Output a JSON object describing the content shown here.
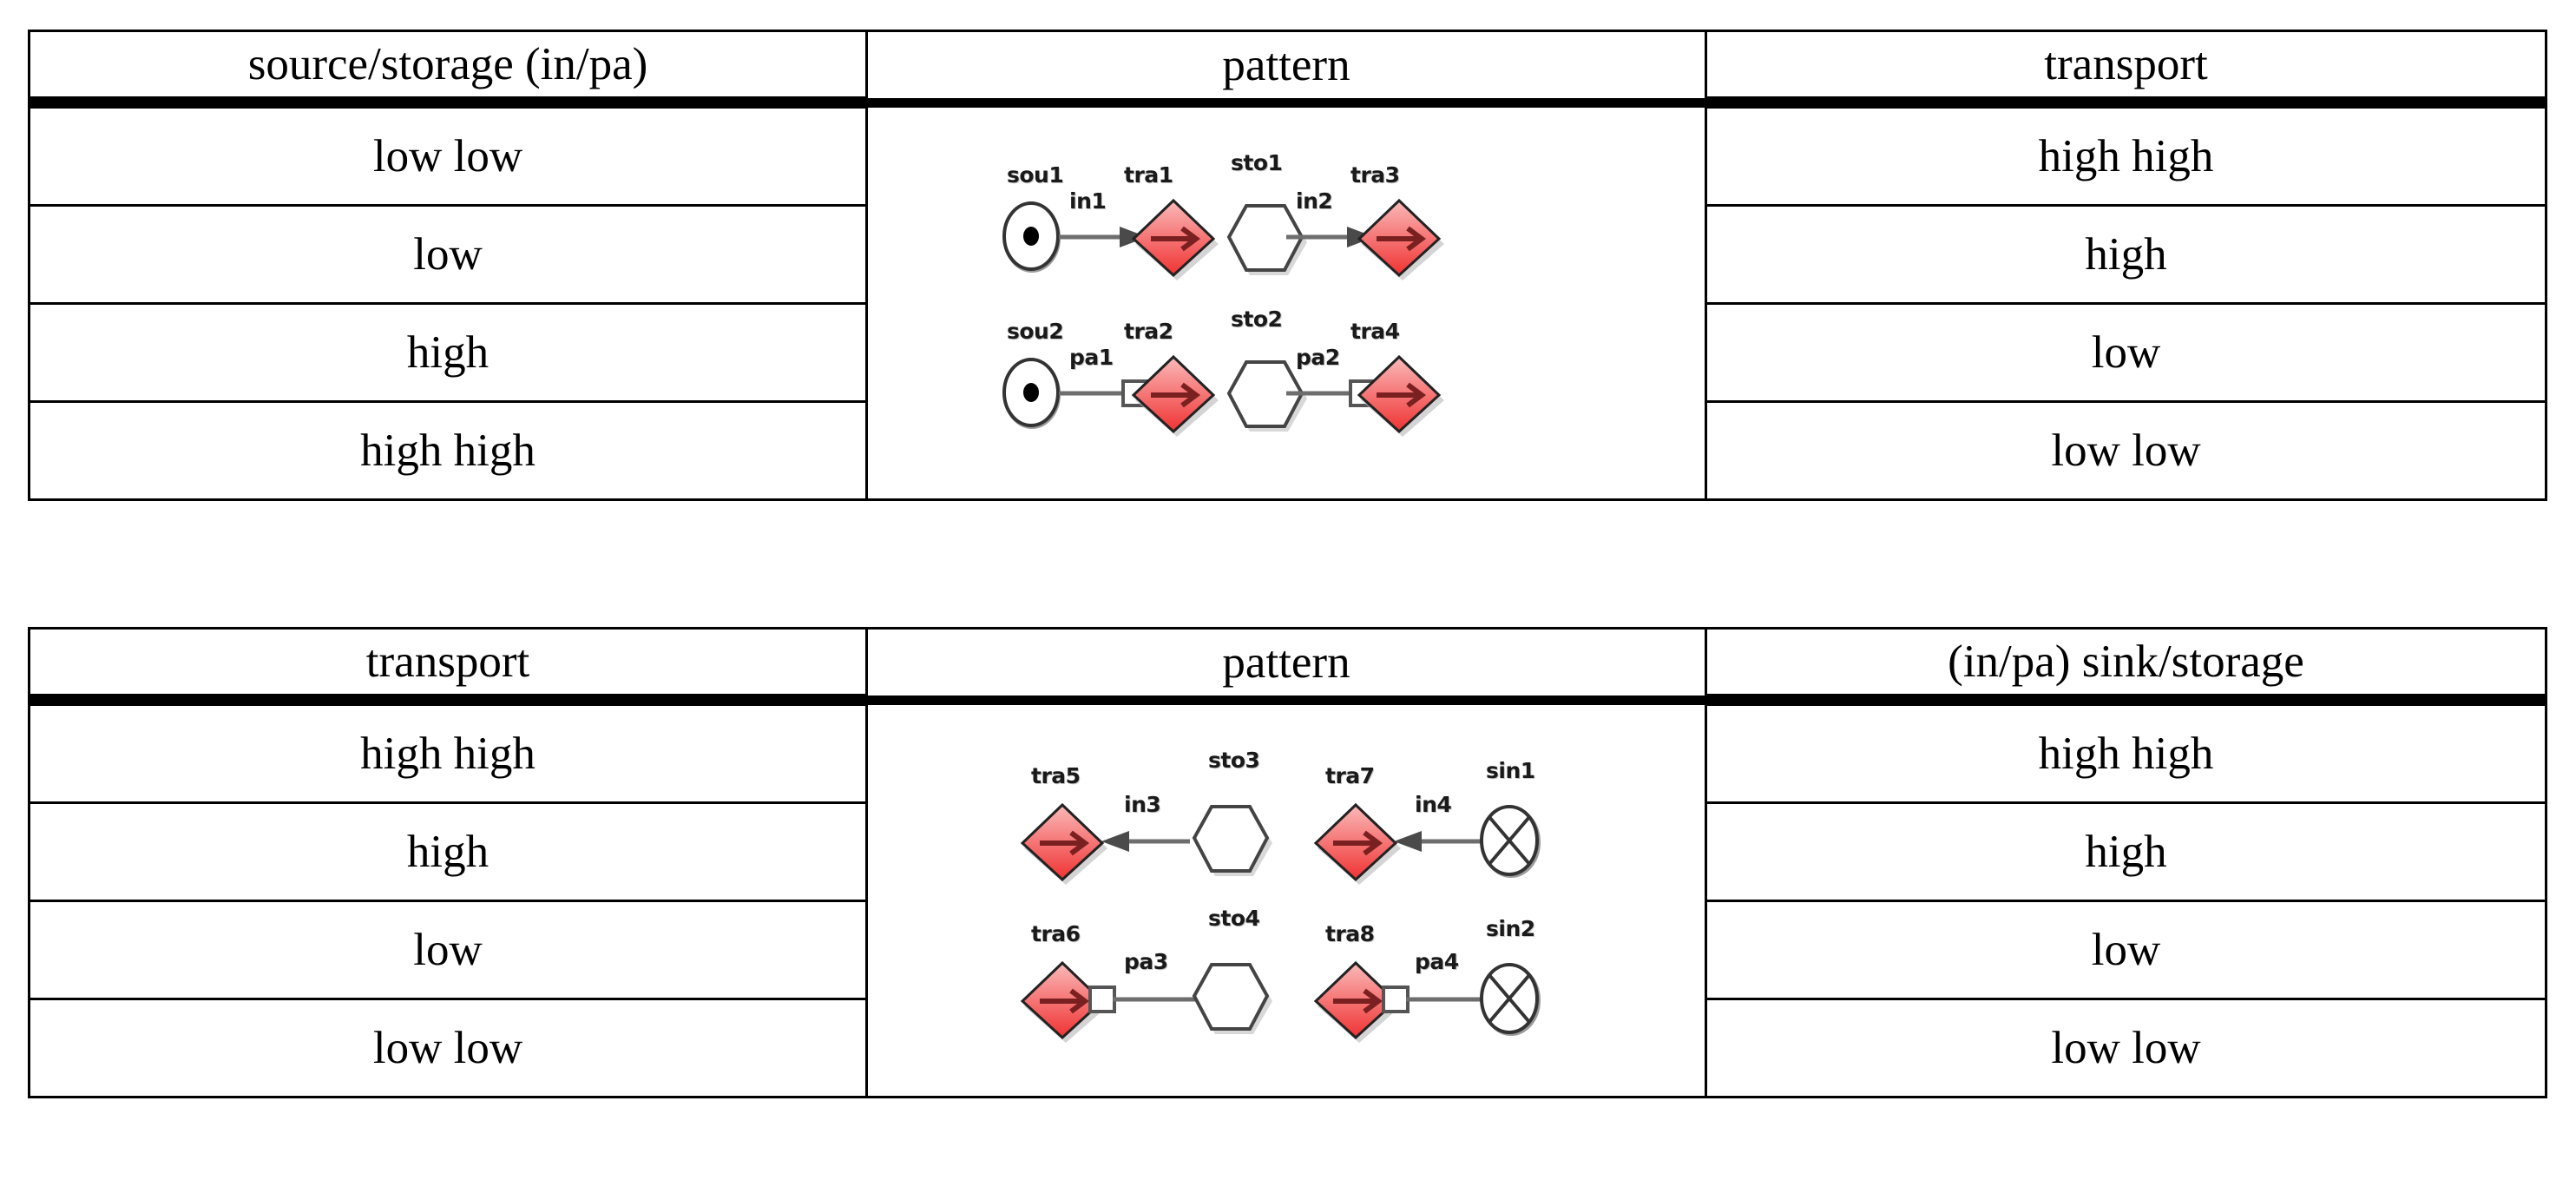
{
  "tables": [
    {
      "id": "table-one",
      "headers": [
        "source/storage (in/pa)",
        "pattern",
        "transport"
      ],
      "rows": [
        {
          "left": "low low",
          "right": "high high"
        },
        {
          "left": "low",
          "right": "high"
        },
        {
          "left": "high",
          "right": "low"
        },
        {
          "left": "high high",
          "right": "low low"
        }
      ],
      "pattern": {
        "nodes": [
          {
            "name": "sou1",
            "type": "source",
            "row": 1,
            "col": 1
          },
          {
            "name": "tra1",
            "type": "transport",
            "row": 1,
            "col": 2
          },
          {
            "name": "sto1",
            "type": "storage",
            "row": 1,
            "col": 3
          },
          {
            "name": "tra3",
            "type": "transport",
            "row": 1,
            "col": 4
          },
          {
            "name": "sou2",
            "type": "source",
            "row": 2,
            "col": 1
          },
          {
            "name": "tra2",
            "type": "transport",
            "row": 2,
            "col": 2
          },
          {
            "name": "sto2",
            "type": "storage",
            "row": 2,
            "col": 3
          },
          {
            "name": "tra4",
            "type": "transport",
            "row": 2,
            "col": 4
          }
        ],
        "edges": [
          {
            "name": "in1",
            "kind": "arrow",
            "from": "sou1",
            "to": "tra1"
          },
          {
            "name": "in2",
            "kind": "arrow",
            "from": "sto1",
            "to": "tra3"
          },
          {
            "name": "pa1",
            "kind": "port",
            "from": "sou2",
            "to": "tra2"
          },
          {
            "name": "pa2",
            "kind": "port",
            "from": "sto2",
            "to": "tra4"
          }
        ]
      }
    },
    {
      "id": "table-two",
      "headers": [
        "transport",
        "pattern",
        "(in/pa) sink/storage"
      ],
      "rows": [
        {
          "left": "high high",
          "right": "high high"
        },
        {
          "left": "high",
          "right": "high"
        },
        {
          "left": "low",
          "right": "low"
        },
        {
          "left": "low low",
          "right": "low low"
        }
      ],
      "pattern": {
        "nodes": [
          {
            "name": "tra5",
            "type": "transport",
            "row": 1,
            "col": 1
          },
          {
            "name": "sto3",
            "type": "storage",
            "row": 1,
            "col": 2
          },
          {
            "name": "tra7",
            "type": "transport",
            "row": 1,
            "col": 3
          },
          {
            "name": "sin1",
            "type": "sink",
            "row": 1,
            "col": 4
          },
          {
            "name": "tra6",
            "type": "transport",
            "row": 2,
            "col": 1
          },
          {
            "name": "sto4",
            "type": "storage",
            "row": 2,
            "col": 2
          },
          {
            "name": "tra8",
            "type": "transport",
            "row": 2,
            "col": 3
          },
          {
            "name": "sin2",
            "type": "sink",
            "row": 2,
            "col": 4
          }
        ],
        "edges": [
          {
            "name": "in3",
            "kind": "arrow-left",
            "from": "sto3",
            "to": "tra5"
          },
          {
            "name": "in4",
            "kind": "arrow-left",
            "from": "sin1",
            "to": "tra7"
          },
          {
            "name": "pa3",
            "kind": "port-left",
            "from": "sto4",
            "to": "tra6"
          },
          {
            "name": "pa4",
            "kind": "port-left",
            "from": "sin2",
            "to": "tra8"
          }
        ]
      }
    }
  ],
  "colors": {
    "header_pink": "#e4b7b7",
    "transport_red": "#ee4444",
    "transport_red_light": "#faa6a6",
    "border_black": "#000000",
    "node_outline": "#4d4d4d"
  },
  "labels": {
    "t1_h1": "source/storage (in/pa)",
    "t1_h2": "pattern",
    "t1_h3": "transport",
    "t2_h1": "transport",
    "t2_h2": "pattern",
    "t2_h3": "(in/pa) sink/storage",
    "t1_r1_l": "low low",
    "t1_r1_r": "high high",
    "t1_r2_l": "low",
    "t1_r2_r": "high",
    "t1_r3_l": "high",
    "t1_r3_r": "low",
    "t1_r4_l": "high high",
    "t1_r4_r": "low low",
    "t2_r1_l": "high high",
    "t2_r1_r": "high high",
    "t2_r2_l": "high",
    "t2_r2_r": "high",
    "t2_r3_l": "low",
    "t2_r3_r": "low",
    "t2_r4_l": "low low",
    "t2_r4_r": "low low",
    "n_sou1": "sou1",
    "n_tra1": "tra1",
    "n_sto1": "sto1",
    "n_tra3": "tra3",
    "n_sou2": "sou2",
    "n_tra2": "tra2",
    "n_sto2": "sto2",
    "n_tra4": "tra4",
    "e_in1": "in1",
    "e_in2": "in2",
    "e_pa1": "pa1",
    "e_pa2": "pa2",
    "n_tra5": "tra5",
    "n_sto3": "sto3",
    "n_tra7": "tra7",
    "n_sin1": "sin1",
    "n_tra6": "tra6",
    "n_sto4": "sto4",
    "n_tra8": "tra8",
    "n_sin2": "sin2",
    "e_in3": "in3",
    "e_in4": "in4",
    "e_pa3": "pa3",
    "e_pa4": "pa4"
  }
}
